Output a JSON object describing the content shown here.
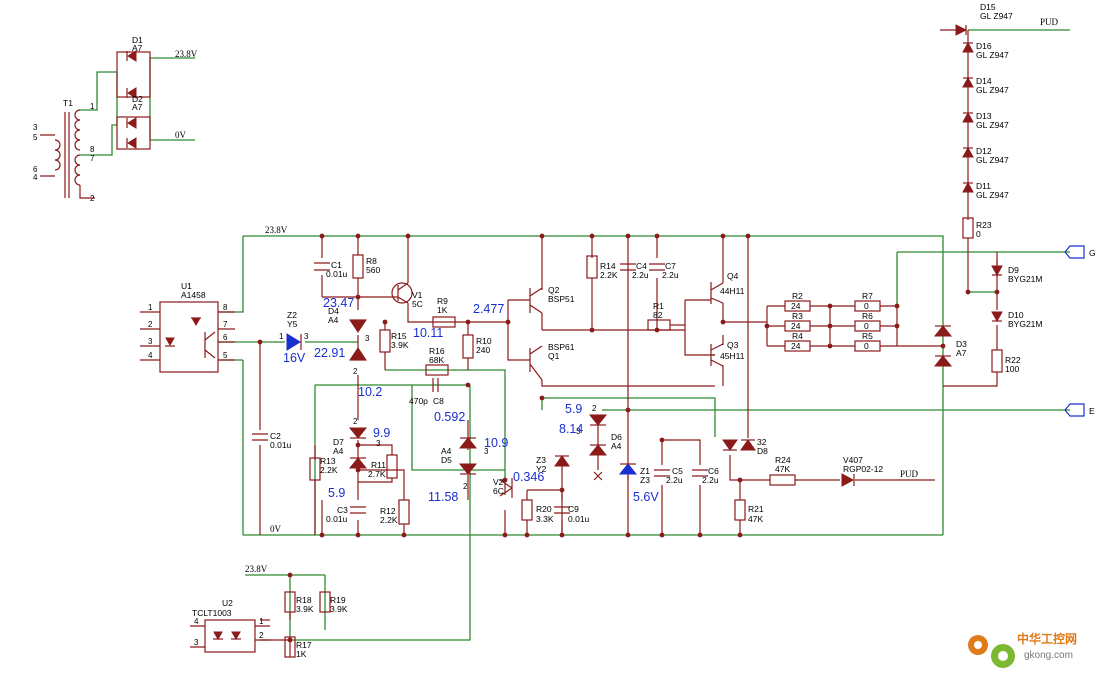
{
  "components": {
    "T1": {
      "ref": "T1",
      "pins": [
        "3",
        "5",
        "1",
        "6",
        "4",
        "8",
        "7",
        "2"
      ]
    },
    "D1": {
      "ref": "D1",
      "value": "A7"
    },
    "D2": {
      "ref": "D2",
      "value": "A7"
    },
    "U1": {
      "ref": "U1",
      "value": "A1458",
      "pins": [
        "1",
        "2",
        "3",
        "4",
        "8",
        "7",
        "6",
        "5"
      ]
    },
    "U2": {
      "ref": "U2",
      "value": "TCLT1003",
      "pins": [
        "4",
        "3",
        "1",
        "2"
      ]
    },
    "Z2": {
      "ref": "Z2",
      "value": "Y5",
      "pins": [
        "1",
        "3"
      ]
    },
    "D4": {
      "ref": "D4",
      "value": "A4",
      "pins": [
        "3",
        "2"
      ]
    },
    "D7": {
      "ref": "D7",
      "value": "A4",
      "pins": [
        "2",
        "3"
      ]
    },
    "D6": {
      "ref": "D6",
      "value": "A4",
      "pins": [
        "2",
        "3"
      ]
    },
    "D5": {
      "ref": "D5",
      "value": "A4",
      "pins": [
        "3",
        "2"
      ]
    },
    "D3": {
      "ref": "D3",
      "value": "A7"
    },
    "D8": {
      "ref": "D8",
      "value": "32"
    },
    "Z1": {
      "ref": "Z1",
      "value": "Z3"
    },
    "Z3": {
      "ref": "Z3",
      "value": "Y2"
    },
    "V1": {
      "ref": "V1",
      "value": "5C"
    },
    "V2": {
      "ref": "V2",
      "value": "6C"
    },
    "Q1": {
      "ref": "Q1",
      "value": "BSP61"
    },
    "Q2": {
      "ref": "Q2",
      "value": "BSP51"
    },
    "Q3": {
      "ref": "Q3",
      "value": "45H11"
    },
    "Q4": {
      "ref": "Q4",
      "value": "44H11"
    },
    "C1": {
      "ref": "C1",
      "value": "0.01u"
    },
    "C2": {
      "ref": "C2",
      "value": "0.01u"
    },
    "C3": {
      "ref": "C3",
      "value": "0.01u"
    },
    "C4": {
      "ref": "C4",
      "value": "2.2u"
    },
    "C5": {
      "ref": "C5",
      "value": "2.2u"
    },
    "C6": {
      "ref": "C6",
      "value": "2.2u"
    },
    "C7": {
      "ref": "C7",
      "value": "2.2u"
    },
    "C8": {
      "ref": "C8",
      "value": "470p"
    },
    "C9": {
      "ref": "C9",
      "value": "0.01u"
    },
    "R1": {
      "ref": "R1",
      "value": "82"
    },
    "R2": {
      "ref": "R2",
      "value": "24"
    },
    "R3": {
      "ref": "R3",
      "value": "24"
    },
    "R4": {
      "ref": "R4",
      "value": "24"
    },
    "R5": {
      "ref": "R5",
      "value": "0"
    },
    "R6": {
      "ref": "R6",
      "value": "0"
    },
    "R7": {
      "ref": "R7",
      "value": "0"
    },
    "R8": {
      "ref": "R8",
      "value": "560"
    },
    "R9": {
      "ref": "R9",
      "value": "1K"
    },
    "R10": {
      "ref": "R10",
      "value": "240"
    },
    "R11": {
      "ref": "R11",
      "value": "2.7K"
    },
    "R12": {
      "ref": "R12",
      "value": "2.2K"
    },
    "R13": {
      "ref": "R13",
      "value": "2.2K"
    },
    "R14": {
      "ref": "R14",
      "value": "2.2K"
    },
    "R15": {
      "ref": "R15",
      "value": "3.9K"
    },
    "R16": {
      "ref": "R16",
      "value": "68K"
    },
    "R17": {
      "ref": "R17",
      "value": "1K"
    },
    "R18": {
      "ref": "R18",
      "value": "3.9K"
    },
    "R19": {
      "ref": "R19",
      "value": "3.9K"
    },
    "R20": {
      "ref": "R20",
      "value": "3.3K"
    },
    "R21": {
      "ref": "R21",
      "value": "47K"
    },
    "R22": {
      "ref": "R22",
      "value": "100"
    },
    "R23": {
      "ref": "R23",
      "value": "0"
    },
    "R24": {
      "ref": "R24",
      "value": "47K"
    },
    "V407": {
      "ref": "V407",
      "value": "RGP02-12"
    },
    "D9": {
      "ref": "D9",
      "value": "BYG21M"
    },
    "D10": {
      "ref": "D10",
      "value": "BYG21M"
    },
    "D11": {
      "ref": "D11",
      "value": "GL Z947"
    },
    "D12": {
      "ref": "D12",
      "value": "GL Z947"
    },
    "D13": {
      "ref": "D13",
      "value": "GL Z947"
    },
    "D14": {
      "ref": "D14",
      "value": "GL Z947"
    },
    "D15": {
      "ref": "D15",
      "value": "GL Z947"
    },
    "D16": {
      "ref": "D16",
      "value": "GL Z947"
    }
  },
  "nets": {
    "v23_8": "23.8V",
    "v0": "0V",
    "pud": "PUD",
    "g": "G",
    "e": "E"
  },
  "measurements": {
    "z2_16v": "16V",
    "d4_top": "23.47",
    "d4_mid": "22.91",
    "n10_2": "10.2",
    "n9_9": "9.9",
    "n5_9a": "5.9",
    "q_base": "10.11",
    "q_emit": "2.477",
    "d5_top": "0.592",
    "n10_9": "10.9",
    "n11_58": "11.58",
    "v2_e": "0.346",
    "d6_top": "5.9",
    "d6_mid": "8.14",
    "z1": "5.6V"
  },
  "watermark": {
    "cn": "中华工控网",
    "url": "gkong.com"
  },
  "colors": {
    "wire": "#2f8a2f",
    "component": "#8b1a1a",
    "annotation": "#1a2fd0",
    "watermark": "#e07b1a"
  }
}
